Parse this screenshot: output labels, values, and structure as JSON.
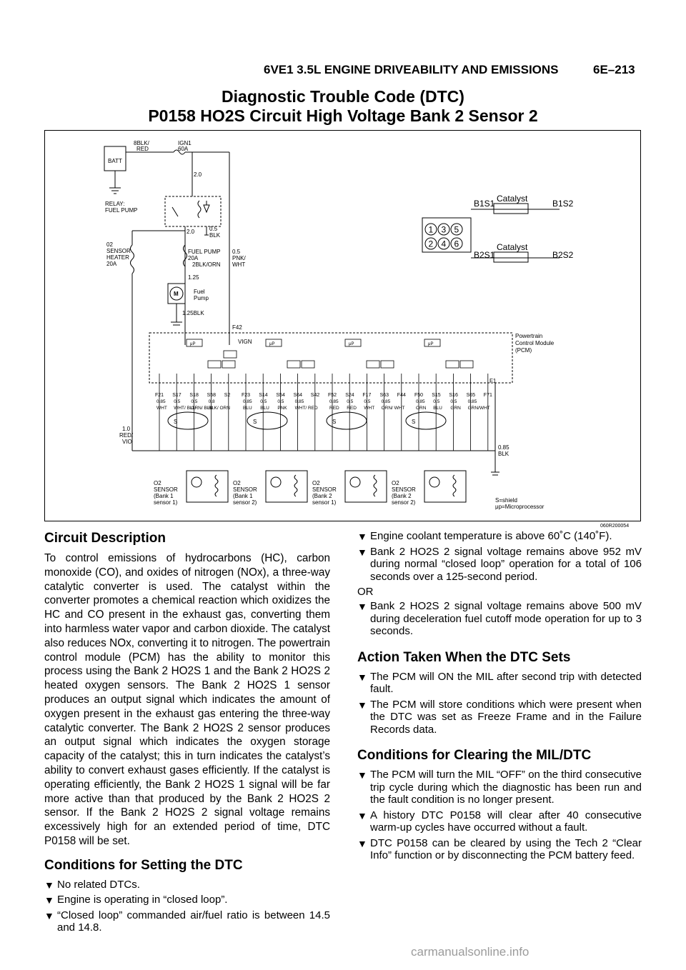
{
  "header": {
    "section": "6VE1 3.5L ENGINE DRIVEABILITY AND EMISSIONS",
    "page": "6E–213"
  },
  "title": {
    "line1": "Diagnostic Trouble Code (DTC)",
    "line2": "P0158 HO2S Circuit High Voltage Bank 2 Sensor 2"
  },
  "diagram": {
    "figure_code": "060R200054",
    "batt": "BATT",
    "batt_wire_top": "8BLK/",
    "batt_wire_bot": "RED",
    "ign_fuse_1": "IGN1",
    "ign_fuse_2": "60A",
    "wire_20": "2.0",
    "relay_1": "RELAY:",
    "relay_2": "FUEL PUMP",
    "relay_wire_a": "2.0",
    "relay_wire_b1": "0.5",
    "relay_wire_b2": "BLK",
    "o2heater": [
      "02",
      "SENSOR",
      "HEATER",
      "20A"
    ],
    "fuelpump_fuse": [
      "FUEL PUMP",
      "20A"
    ],
    "fuelpump_wire": "2BLK/ORN",
    "pnk_wire": [
      "0.5",
      "PNK/",
      "WHT"
    ],
    "pump_wire_top": "1.25",
    "pump_label": [
      "Fuel",
      "Pump"
    ],
    "pump_wire_bot": "1.25BLK",
    "motor": "M",
    "connector_f42": "F42",
    "vign": "VIGN",
    "pcm": [
      "Powertrain",
      "Control Module",
      "(PCM)"
    ],
    "f1": "F1",
    "mu": "μP",
    "red_vio": [
      "1.0",
      "RED/",
      "VIO"
    ],
    "blk_gnd": [
      "0.85",
      "BLK"
    ],
    "s_marks": [
      "S",
      "S",
      "S",
      "S"
    ],
    "catalyst": {
      "b1s1": "B1S1",
      "b1s2": "B1S2",
      "b2s1": "B2S1",
      "b2s2": "B2S2",
      "label": "Catalyst",
      "cyl": [
        "1",
        "3",
        "5",
        "2",
        "4",
        "6"
      ]
    },
    "pins": [
      "F21",
      "S17",
      "S18",
      "S58",
      "S2",
      "F23",
      "S14",
      "S54",
      "S64",
      "S42",
      "F52",
      "S24",
      "F17",
      "S63",
      "F44",
      "F50",
      "S15",
      "S16",
      "S65",
      "F71"
    ],
    "wire_sizes": [
      "0.85",
      "0.5",
      "0.5",
      "0.8",
      "0.85",
      "0.5",
      "0.5",
      "0.85",
      "0.85",
      "0.5",
      "0.5",
      "0.85",
      "0.85",
      "0.5",
      "0.5",
      "0.85"
    ],
    "wire_colors": [
      "WHT",
      "WHT/ BLU",
      "ORN/ BLU",
      "BLK/ ORN",
      "BLU",
      "BLU",
      "PNK",
      "WHT/ RED",
      "RED",
      "RED",
      "WHT",
      "ORN/ WHT",
      "ORN",
      "BLU",
      "GRN",
      "GRN/WHT"
    ],
    "sensors": [
      [
        "O2",
        "SENSOR",
        "(Bank 1",
        "sensor 1)"
      ],
      [
        "O2",
        "SENSOR",
        "(Bank 1",
        "sensor 2)"
      ],
      [
        "O2",
        "SENSOR",
        "(Bank 2",
        "sensor 1)"
      ],
      [
        "O2",
        "SENSOR",
        "(Bank 2",
        "sensor 2)"
      ]
    ],
    "legend": [
      "S=shield",
      "μp=Microprocessor"
    ]
  },
  "circuit": {
    "heading": "Circuit Description",
    "text": "To control emissions of hydrocarbons (HC), carbon monoxide (CO), and oxides of nitrogen (NOx), a three-way catalytic converter is used. The catalyst within the converter promotes a chemical reaction which oxidizes the HC and CO present in the exhaust gas, converting them into harmless water vapor and carbon dioxide. The catalyst also reduces NOx, converting it to nitrogen. The powertrain control module (PCM) has the ability to monitor this process using the Bank 2 HO2S 1 and the Bank 2 HO2S 2 heated oxygen sensors. The Bank 2 HO2S 1 sensor produces an output signal which indicates the amount of oxygen present in the exhaust gas entering the three-way catalytic converter. The Bank 2 HO2S 2 sensor produces an output signal which indicates the oxygen storage capacity of the catalyst; this in turn indicates the catalyst’s ability to convert exhaust gases efficiently. If the catalyst is operating efficiently, the Bank 2 HO2S 1 signal will be far more active than that produced by the Bank 2 HO2S 2 sensor. If the Bank 2 HO2S 2 signal voltage remains excessively high for an extended period of time, DTC P0158 will be set."
  },
  "setting": {
    "heading": "Conditions for Setting the DTC",
    "marker": "▼",
    "items": [
      "No related DTCs.",
      "Engine is operating in “closed loop”.",
      "“Closed loop” commanded air/fuel ratio is between 14.5 and 14.8.",
      "Engine coolant temperature is above 60˚C (140˚F).",
      "Bank 2 HO2S 2 signal voltage remains above 952 mV during normal “closed loop” operation for a total of 106 seconds over a 125-second period."
    ],
    "or": "OR",
    "last_item": "Bank 2 HO2S 2 signal voltage remains above 500 mV during deceleration fuel cutoff mode operation for up to 3 seconds."
  },
  "action": {
    "heading": "Action Taken When the DTC Sets",
    "items": [
      "The PCM will ON the MIL after second trip with detected fault.",
      "The PCM will store conditions which were present when the DTC was set as Freeze Frame and in the Failure Records data."
    ]
  },
  "clearing": {
    "heading": "Conditions for Clearing the MIL/DTC",
    "items": [
      "The PCM will turn the MIL “OFF” on the third consecutive trip cycle during which the diagnostic has been run and the fault condition is no longer present.",
      "A history DTC P0158 will clear after 40 consecutive warm-up cycles have occurred without a fault.",
      "DTC P0158 can be cleared by using the Tech 2 “Clear Info” function or by disconnecting the PCM battery feed."
    ]
  },
  "watermark": "carmanualsonline.info"
}
